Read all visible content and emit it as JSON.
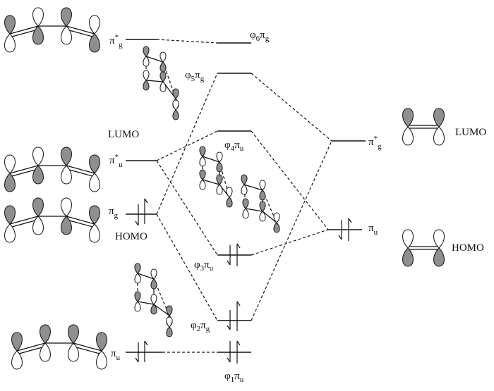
{
  "figure": {
    "levels": [
      {
        "id": "diene_pi_star_g",
        "sym": "π",
        "star": "*",
        "sub": "g"
      },
      {
        "id": "diene_pi_star_u",
        "sym": "π",
        "star": "*",
        "sub": "u"
      },
      {
        "id": "diene_pi_g",
        "sym": "π",
        "star": "",
        "sub": "g"
      },
      {
        "id": "diene_pi_u",
        "sym": "π",
        "star": "",
        "sub": "u"
      },
      {
        "id": "phi6",
        "sym": "φ",
        "num": "6",
        "p": "π",
        "sub": "g"
      },
      {
        "id": "phi5",
        "sym": "φ",
        "num": "5",
        "p": "π",
        "sub": "g"
      },
      {
        "id": "phi4",
        "sym": "φ",
        "num": "4",
        "p": "π",
        "sub": "u"
      },
      {
        "id": "phi3",
        "sym": "φ",
        "num": "3",
        "p": "π",
        "sub": "u"
      },
      {
        "id": "phi2",
        "sym": "φ",
        "num": "2",
        "p": "π",
        "sub": "g"
      },
      {
        "id": "phi1",
        "sym": "φ",
        "num": "1",
        "p": "π",
        "sub": "u"
      },
      {
        "id": "ethene_pi_star_g",
        "sym": "π",
        "star": "*",
        "sub": "g"
      },
      {
        "id": "ethene_pi_u",
        "sym": "π",
        "star": "",
        "sub": "u"
      }
    ],
    "labels": {
      "left_lumo": "LUMO",
      "left_homo": "HOMO",
      "right_lumo": "LUMO",
      "right_homo": "HOMO"
    }
  }
}
